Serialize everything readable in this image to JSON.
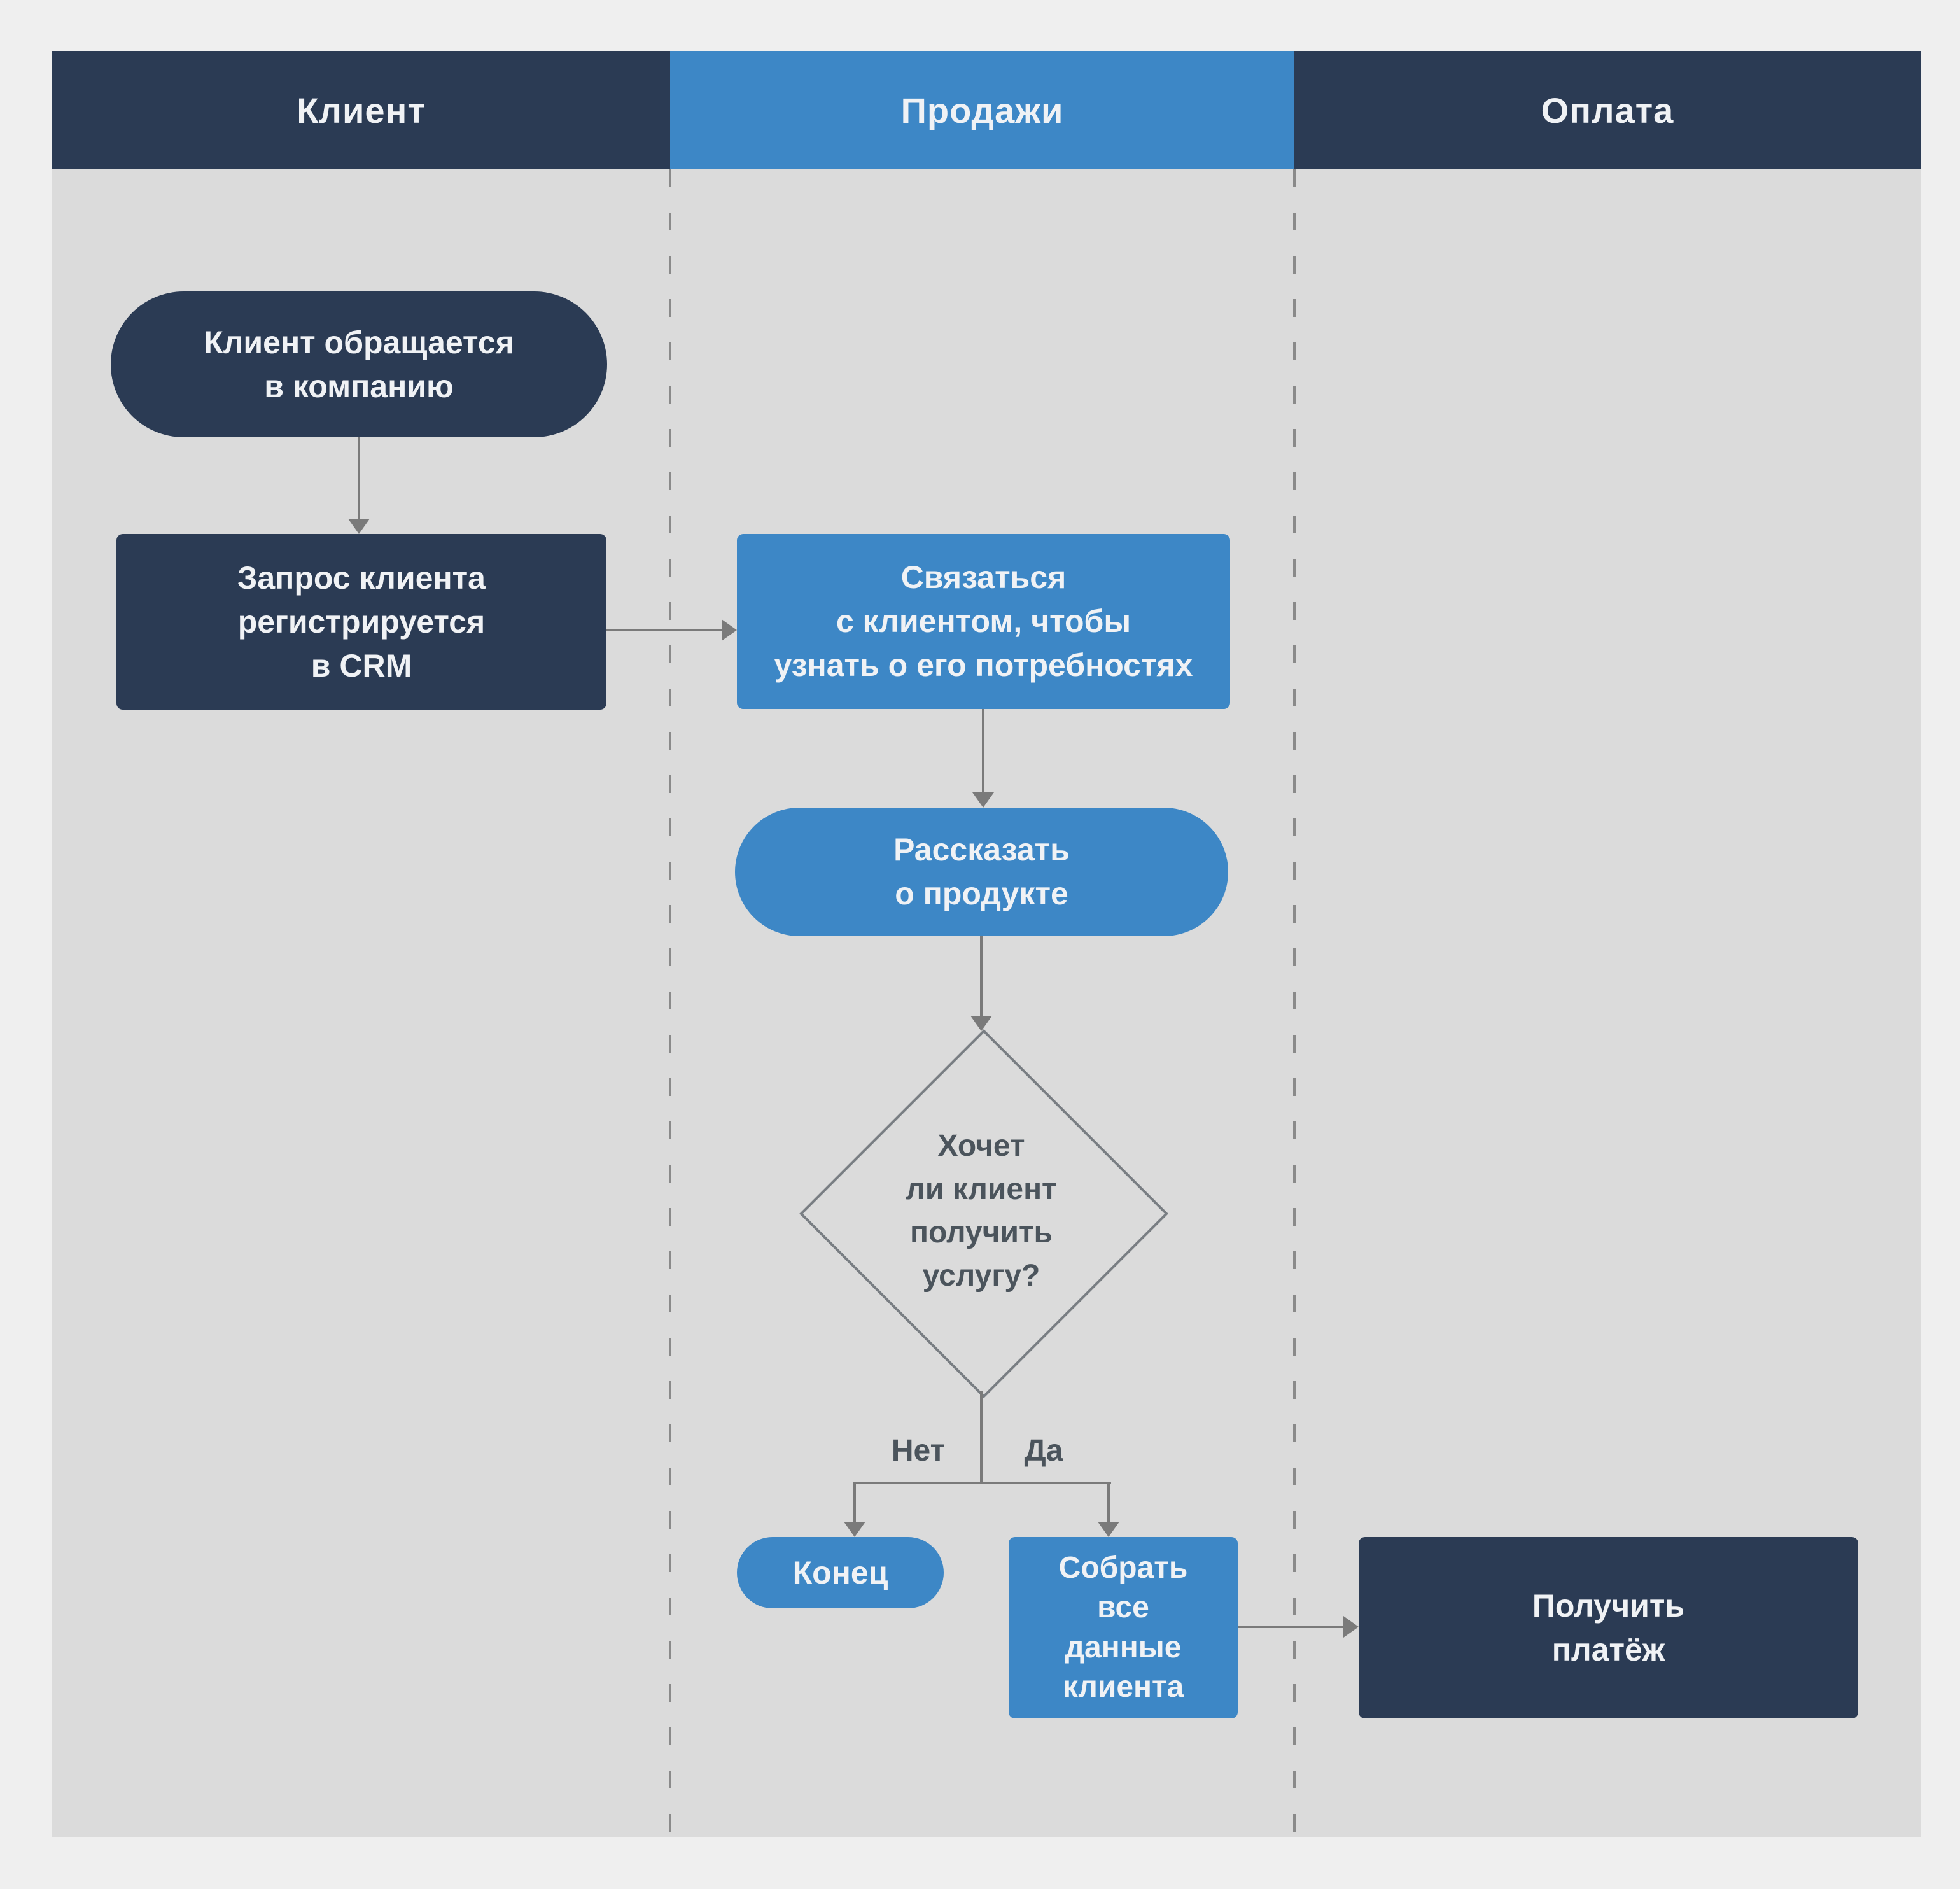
{
  "diagram": {
    "type": "swimlane-flowchart",
    "lanes": [
      {
        "label": "Клиент"
      },
      {
        "label": "Продажи"
      },
      {
        "label": "Оплата"
      }
    ],
    "nodes": {
      "start": {
        "label": "Клиент обращается\nв компанию",
        "shape": "terminator",
        "lane": "Клиент"
      },
      "crm_register": {
        "label": "Запрос клиента\nрегистрируется\nв CRM",
        "shape": "process",
        "lane": "Клиент"
      },
      "contact_client": {
        "label": "Связаться\nс клиентом, чтобы\nузнать о его потребностях",
        "shape": "process",
        "lane": "Продажи"
      },
      "tell_product": {
        "label": "Рассказать\nо продукте",
        "shape": "terminator",
        "lane": "Продажи"
      },
      "decision": {
        "label": "Хочет\nли клиент\nполучить\nуслугу?",
        "shape": "decision",
        "lane": "Продажи"
      },
      "end": {
        "label": "Конец",
        "shape": "terminator",
        "lane": "Продажи"
      },
      "collect_data": {
        "label": "Собрать\nвсе\nданные\nклиента",
        "shape": "process",
        "lane": "Продажи"
      },
      "receive_payment": {
        "label": "Получить\nплатёж",
        "shape": "process",
        "lane": "Оплата"
      }
    },
    "edge_labels": {
      "no": "Нет",
      "yes": "Да"
    },
    "colors": {
      "navy": "#2b3b54",
      "blue": "#3d87c6",
      "lane_background": "#dbdbdb",
      "page_background": "#efefef",
      "connector": "#7a7a7a",
      "diamond_border": "#797e83",
      "dark_text": "#4b545c",
      "light_text": "#f0f2f5"
    }
  }
}
